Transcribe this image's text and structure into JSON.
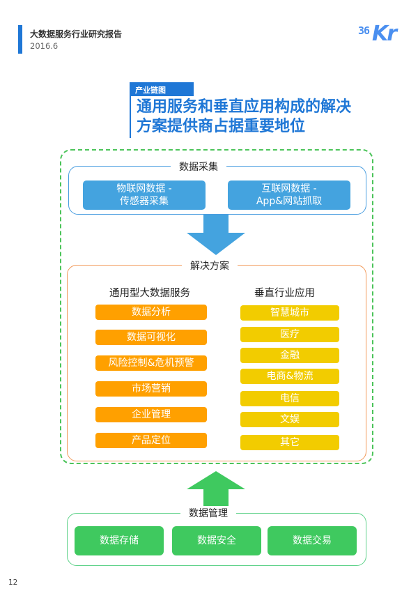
{
  "header": {
    "report_title": "大数据服务行业研究报告",
    "date": "2016.6",
    "logo_num": "36",
    "logo_text": "Kr",
    "accent_color": "#1f77d6"
  },
  "section": {
    "tag": "产业链图",
    "title_line1": "通用服务和垂直应用构成的解决",
    "title_line2": "方案提供商占据重要地位"
  },
  "diagram": {
    "collection": {
      "label": "数据采集",
      "items": [
        {
          "line1": "物联网数据 -",
          "line2": "传感器采集"
        },
        {
          "line1": "互联网数据 -",
          "line2": "App&网站抓取"
        }
      ],
      "color": "#44a3df"
    },
    "solution": {
      "label": "解决方案",
      "general": {
        "heading": "通用型大数据服务",
        "items": [
          "数据分析",
          "数据可视化",
          "风险控制&危机预警",
          "市场营销",
          "企业管理",
          "产品定位"
        ],
        "color": "#ffa000"
      },
      "vertical": {
        "heading": "垂直行业应用",
        "items": [
          "智慧城市",
          "医疗",
          "金融",
          "电商&物流",
          "电信",
          "文娱",
          "其它"
        ],
        "color": "#f2cc00"
      }
    },
    "management": {
      "label": "数据管理",
      "items": [
        "数据存储",
        "数据安全",
        "数据交易"
      ],
      "color": "#3fc95f"
    }
  },
  "footer": {
    "page_number": "12"
  }
}
